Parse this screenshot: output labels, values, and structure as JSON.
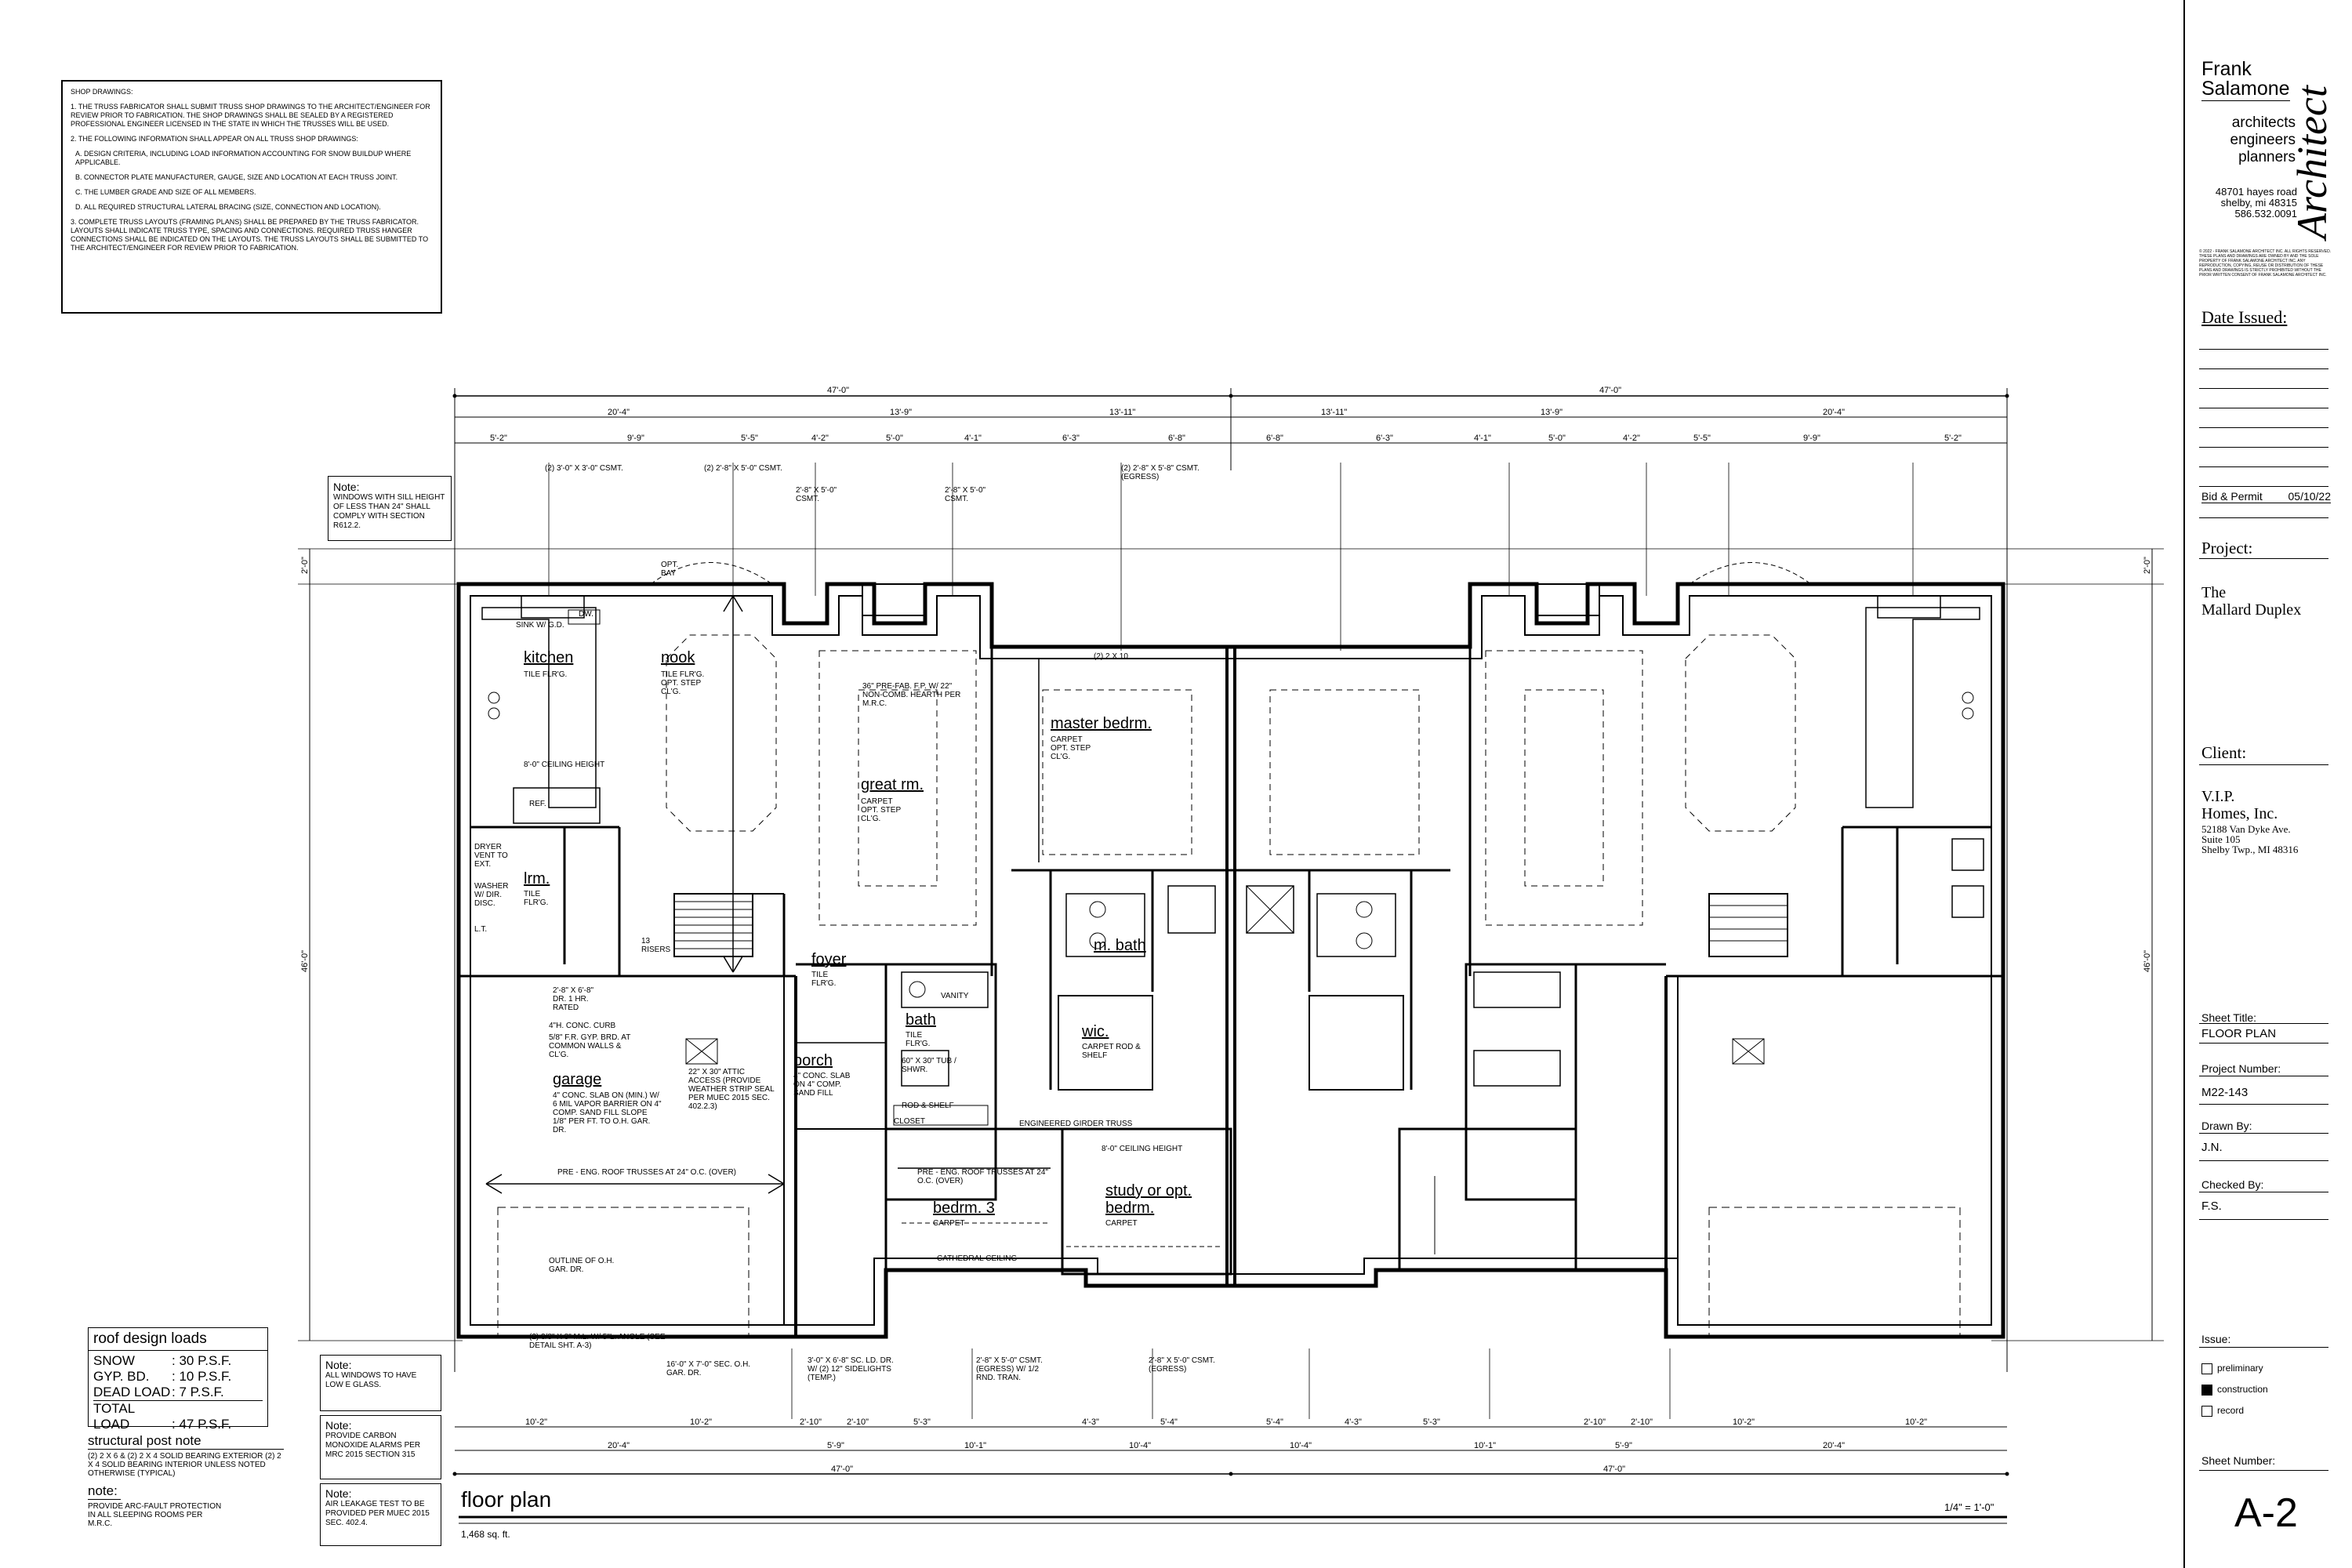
{
  "shop_drawings": {
    "title": "SHOP DRAWINGS:",
    "items": [
      "1. THE TRUSS FABRICATOR SHALL SUBMIT TRUSS SHOP DRAWINGS TO THE ARCHITECT/ENGINEER FOR REVIEW PRIOR TO FABRICATION. THE SHOP DRAWINGS SHALL BE SEALED BY A REGISTERED PROFESSIONAL ENGINEER LICENSED IN THE STATE IN WHICH THE TRUSSES WILL BE USED.",
      "2. THE FOLLOWING INFORMATION SHALL APPEAR ON ALL TRUSS SHOP DRAWINGS:",
      "A. DESIGN CRITERIA, INCLUDING LOAD INFORMATION ACCOUNTING FOR SNOW BUILDUP WHERE APPLICABLE.",
      "B. CONNECTOR PLATE MANUFACTURER, GAUGE, SIZE AND LOCATION AT EACH TRUSS JOINT.",
      "C. THE LUMBER GRADE AND SIZE OF ALL MEMBERS.",
      "D. ALL REQUIRED STRUCTURAL LATERAL BRACING (SIZE, CONNECTION AND LOCATION).",
      "3. COMPLETE TRUSS LAYOUTS (FRAMING PLANS) SHALL BE PREPARED BY THE TRUSS FABRICATOR. LAYOUTS SHALL INDICATE TRUSS TYPE, SPACING AND CONNECTIONS. REQUIRED TRUSS HANGER CONNECTIONS SHALL BE INDICATED ON THE LAYOUTS. THE TRUSS LAYOUTS SHALL BE SUBMITTED TO THE ARCHITECT/ENGINEER FOR REVIEW PRIOR TO FABRICATION."
    ]
  },
  "window_note": {
    "title": "Note:",
    "text": "WINDOWS WITH SILL HEIGHT OF LESS THAN 24\" SHALL COMPLY WITH SECTION R612.2."
  },
  "roof_design_loads": {
    "title": "roof design loads",
    "rows": [
      {
        "label": "SNOW",
        "value": ": 30 P.S.F."
      },
      {
        "label": "GYP. BD.",
        "value": ": 10 P.S.F."
      },
      {
        "label": "DEAD LOAD",
        "value": ": 7 P.S.F."
      },
      {
        "label": "TOTAL LOAD",
        "value": ": 47 P.S.F."
      }
    ]
  },
  "structural_post_note": {
    "title": "structural post note",
    "text": "(2) 2 x 6 & (2) 2 x 4 SOLID BEARING EXTERIOR (2) 2 x 4 SOLID BEARING INTERIOR UNLESS NOTED OTHERWISE (TYPICAL)"
  },
  "arc_fault_note": {
    "title": "note:",
    "text": "PROVIDE ARC-FAULT PROTECTION IN ALL SLEEPING ROOMS PER M.R.C."
  },
  "bottom_notes": [
    {
      "title": "Note:",
      "text": "ALL WINDOWS TO HAVE LOW E GLASS."
    },
    {
      "title": "Note:",
      "text": "PROVIDE CARBON MONOXIDE ALARMS PER MRC 2015 SECTION 315"
    },
    {
      "title": "Note:",
      "text": "AIR LEAKAGE TEST TO BE PROVIDED PER MUEC 2015 SEC. 402.4."
    }
  ],
  "plan": {
    "title": "floor plan",
    "area": "1,468 sq. ft.",
    "scale": "1/4\" = 1'-0\"",
    "rooms": [
      {
        "name": "kitchen",
        "sub": "TILE FLR'G."
      },
      {
        "name": "nook",
        "sub": "TILE FLR'G. OPT. STEP CL'G."
      },
      {
        "name": "great rm.",
        "sub": "CARPET OPT. STEP CL'G."
      },
      {
        "name": "master bedrm.",
        "sub": "CARPET OPT. STEP CL'G."
      },
      {
        "name": "lrm.",
        "sub": "TILE FLR'G."
      },
      {
        "name": "foyer",
        "sub": "TILE FLR'G."
      },
      {
        "name": "m. bath",
        "sub": ""
      },
      {
        "name": "bath",
        "sub": "TILE FLR'G."
      },
      {
        "name": "wic.",
        "sub": "CARPET ROD & SHELF"
      },
      {
        "name": "porch",
        "sub": "4\" CONC. SLAB ON 4\" COMP. SAND FILL"
      },
      {
        "name": "garage",
        "sub": "4\" CONC. SLAB ON (MIN.) w/ 6 MIL VAPOR BARRIER ON 4\" COMP. SAND FILL SLOPE 1/8\" PER FT. TO O.H. GAR. DR."
      },
      {
        "name": "bedrm. 3",
        "sub": "CARPET"
      },
      {
        "name": "study or opt. bedrm.",
        "sub": "CARPET"
      }
    ],
    "labels": {
      "ceiling_height": "8'-0\" CEILING HEIGHT",
      "ceiling_height_study": "8'-0\" CEILING HEIGHT",
      "fireplace": "36\" PRE-FAB. F.P. w/ 22\" NON-COMB. HEARTH PER M.R.C.",
      "fire_rated": "5/8\" F.R. GYP. BRD. AT COMMON WALLS & CL'G.",
      "attic_access": "22\" x 30\" ATTIC ACCESS (PROVIDE WEATHER STRIP SEAL PER MUEC 2015 SEC. 402.2.3)",
      "trusses_garage": "PRE - ENG. ROOF TRUSSES AT 24\" O.C. (OVER)",
      "trusses_bed": "PRE - ENG. ROOF TRUSSES AT 24\" O.C. (OVER)",
      "gar_door": "OUTLINE OF O.H. GAR. DR.",
      "gar_door_dim": "16'-0\" x 7'-0\" SEC. O.H. GAR. DR.",
      "cathedral": "CATHEDRAL CEILING",
      "tub": "60\" x 30\" TUB / SHWR.",
      "conc_curb": "4\"H. CONC. CURB",
      "door_rated": "2'-8\" x 6'-8\" DR. 1 HR. RATED",
      "opt_bay": "OPT. BAY",
      "sink": "SINK w/ G.D.",
      "dw": "DW.",
      "ref": "REF.",
      "dryer": "DRYER VENT TO EXT.",
      "washer": "WASHER w/ DIR. DISC.",
      "lt": "L.T.",
      "risers": "13 RISERS",
      "closet": "CLOSET",
      "vanity": "VANITY",
      "rod_shelf": "ROD & SHELF",
      "engineered_girder": "ENGINEERED GIRDER TRUSS",
      "angle": "(2) 3/8\" x 8\" M.L. w/ 5\"L. ANGLE (SEE DETAIL SHT. A-3)",
      "front_door": "3'-0\" x 6'-8\" SC. LD. DR. w/ (2) 12\" SIDELIGHTS (TEMP.)",
      "egress1": "2'-8\" x 5'-0\" CSMT. (EGRESS) w/ 1/2 RND. TRAN.",
      "egress2": "2'-8\" x 5'-0\" CSMT. (EGRESS)",
      "hdr": "(2) 2 x 10",
      "window_top1": "(2) 3'-0\" x 3'-0\" CSMT.",
      "window_top2": "(2) 2'-8\" x 5'-0\" CSMT.",
      "window_top3": "2'-8\" x 5'-0\" CSMT.",
      "window_top4": "2'-8\" x 5'-0\" CSMT.",
      "window_top5": "(2) 2'-8\" x 5'-8\" CSMT. (EGRESS)"
    },
    "dims": {
      "overall_top": "47'-0\"",
      "overall_bottom": "47'-0\"",
      "top_mid": [
        "20'-4\"",
        "13'-9\"",
        "13'-11\"",
        "13'-11\"",
        "13'-9\"",
        "20'-4\""
      ],
      "top_small": [
        "5'-2\"",
        "9'-9\"",
        "5'-5\"",
        "4'-2\"",
        "5'-0\"",
        "4'-1\"",
        "6'-3\"",
        "6'-8\"",
        "6'-8\"",
        "6'-3\"",
        "4'-1\"",
        "5'-0\"",
        "4'-2\"",
        "5'-5\"",
        "9'-9\"",
        "5'-2\""
      ],
      "bottom_mid": [
        "20'-4\"",
        "5'-9\"",
        "10'-1\"",
        "10'-4\"",
        "10'-4\"",
        "10'-1\"",
        "5'-9\"",
        "20'-4\""
      ],
      "bottom_small": [
        "10'-2\"",
        "10'-2\"",
        "2'-10\"",
        "2'-10\"",
        "5'-3\"",
        "4'-3\"",
        "5'-4\"",
        "5'-4\"",
        "4'-3\"",
        "5'-3\"",
        "2'-10\"",
        "2'-10\"",
        "10'-2\"",
        "10'-2\""
      ],
      "left": "46'-0\"",
      "right": "46'-0\"",
      "left_top": "2'-0\"",
      "right_top": "2'-0\""
    }
  },
  "title_block": {
    "firm_line1": "Frank",
    "firm_line2": "Salamone",
    "architect": "Architect",
    "services": [
      "architects",
      "engineers",
      "planners"
    ],
    "address": [
      "48701 hayes road",
      "shelby, mi 48315",
      "586.532.0091"
    ],
    "copyright": "© 2022 - FRANK SALAMONE ARCHITECT INC. ALL RIGHTS RESERVED. THESE PLANS AND DRAWINGS ARE OWNED BY AND THE SOLE PROPERTY OF FRANK SALAMONE ARCHITECT INC. ANY REPRODUCTION, COPYING, REUSE OR DISTRIBUTION OF THESE PLANS AND DRAWINGS IS STRICTLY PROHIBITED WITHOUT THE PRIOR WRITTEN CONSENT OF FRANK SALAMONE ARCHITECT INC.",
    "date_issued_label": "Date Issued:",
    "issue_entry": "Bid & Permit",
    "issue_date": "05/10/22",
    "project_label": "Project:",
    "project_name_1": "The",
    "project_name_2": "Mallard Duplex",
    "client_label": "Client:",
    "client_name_1": "V.I.P.",
    "client_name_2": "Homes, Inc.",
    "client_address": [
      "52188 Van Dyke Ave.",
      "Suite 105",
      "Shelby Twp., MI 48316"
    ],
    "sheet_title_label": "Sheet Title:",
    "sheet_title": "FLOOR PLAN",
    "project_number_label": "Project Number:",
    "project_number": "M22-143",
    "drawn_by_label": "Drawn By:",
    "drawn_by": "J.N.",
    "checked_by_label": "Checked By:",
    "checked_by": "F.S.",
    "issue_label": "Issue:",
    "issue_options": [
      "preliminary",
      "construction",
      "record"
    ],
    "sheet_number_label": "Sheet Number:",
    "sheet_number": "A-2"
  }
}
